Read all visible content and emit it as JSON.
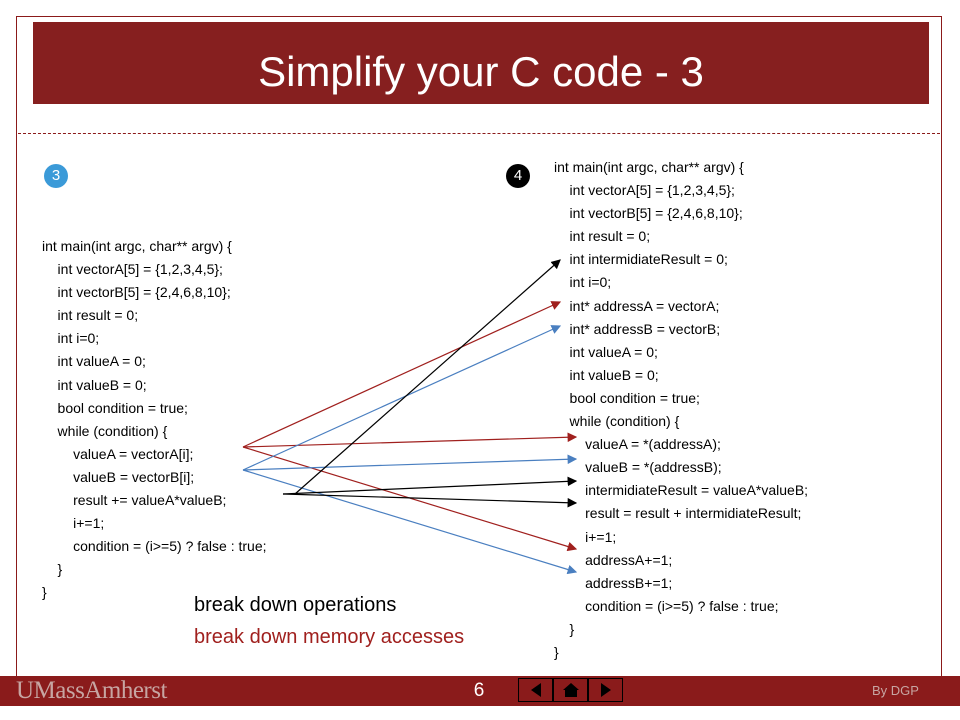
{
  "slide": {
    "title": "Simplify your C code - 3",
    "badges": {
      "left": "3",
      "right": "4"
    },
    "code_left": [
      "int main(int argc, char** argv) {",
      "    int vectorA[5] = {1,2,3,4,5};",
      "    int vectorB[5] = {2,4,6,8,10};",
      "    int result = 0;",
      "    int i=0;",
      "    int valueA = 0;",
      "    int valueB = 0;",
      "    bool condition = true;",
      "    while (condition) {",
      "        valueA = vectorA[i];",
      "        valueB = vectorB[i];",
      "        result += valueA*valueB;",
      "        i+=1;",
      "        condition = (i>=5) ? false : true;",
      "    }",
      "}"
    ],
    "code_right": [
      "int main(int argc, char** argv) {",
      "    int vectorA[5] = {1,2,3,4,5};",
      "    int vectorB[5] = {2,4,6,8,10};",
      "    int result = 0;",
      "    int intermidiateResult = 0;",
      "    int i=0;",
      "    int* addressA = vectorA;",
      "    int* addressB = vectorB;",
      "    int valueA = 0;",
      "    int valueB = 0;",
      "    bool condition = true;",
      "    while (condition) {",
      "        valueA = *(addressA);",
      "        valueB = *(addressB);",
      "        intermidiateResult = valueA*valueB;",
      "        result = result + intermidiateResult;",
      "        i+=1;",
      "        addressA+=1;",
      "        addressB+=1;",
      "        condition = (i>=5) ? false : true;",
      "    }",
      "}"
    ],
    "notes": {
      "operations": "break down operations",
      "memory": "break down memory accesses"
    },
    "colors": {
      "title_bar": "#861f1f",
      "arrow_red": "#a0201e",
      "arrow_blue": "#4a7fc0",
      "arrow_black": "#000000",
      "badge_blue": "#3b9ad8"
    }
  },
  "footer": {
    "logo": "UMassAmherst",
    "page_number": "6",
    "byline": "By DGP",
    "nav": [
      "prev-icon",
      "home-icon",
      "next-icon"
    ]
  }
}
